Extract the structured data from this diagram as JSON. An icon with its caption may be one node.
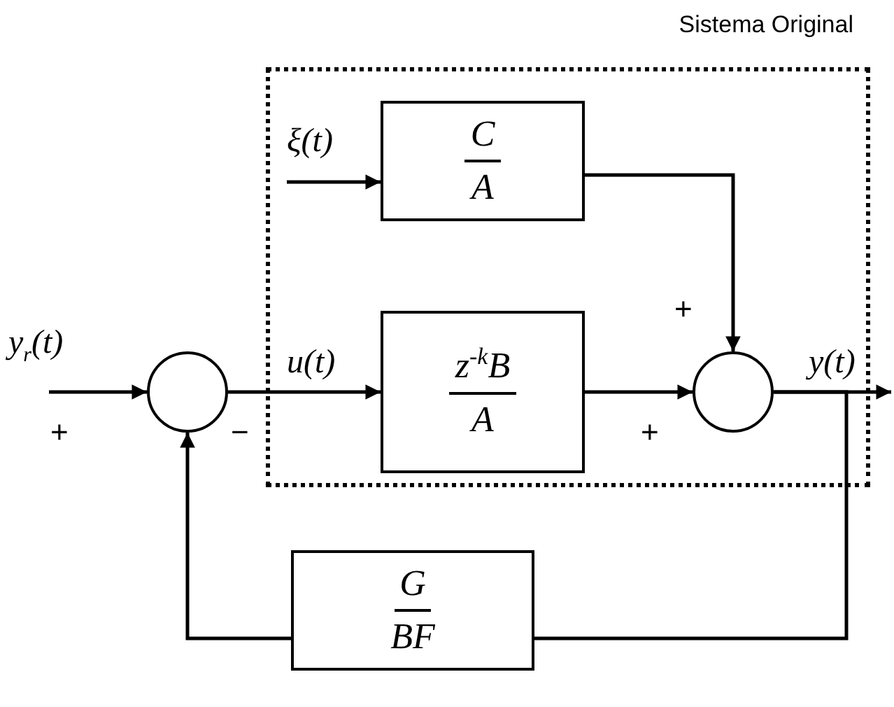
{
  "diagram": {
    "nodes": [
      {
        "text": [
          "Sistema Original"
        ]
      },
      {
        "text": [
          "C",
          "A"
        ],
        "in": 0
      },
      {
        "text": [
          "z$^{-k}$B",
          "A"
        ],
        "in": 0
      },
      {
        "text": [],
        "shape": "circle"
      },
      {
        "text": [],
        "shape": "circle",
        "in": 0
      },
      {
        "text": [
          "G",
          "BF"
        ]
      }
    ],
    "edges": [
      {
        "from": null,
        "to": 3,
        "arrow": "to",
        "label": "y$_{r}$(t)"
      },
      {
        "from": 3,
        "to": 2,
        "arrow": "to",
        "label": "u(t)"
      },
      {
        "from": null,
        "to": 1,
        "arrow": "to",
        "label": "ξ(t)"
      },
      {
        "from": 1,
        "to": 4,
        "arrow": "to"
      },
      {
        "from": 2,
        "to": 4,
        "arrow": "to"
      },
      {
        "from": 4,
        "to": null,
        "arrow": "to",
        "label": "y(t)"
      },
      {
        "from": 4,
        "to": 5,
        "arrow": "none"
      },
      {
        "from": 5,
        "to": 3,
        "arrow": "to"
      }
    ],
    "labels": [
      "+",
      "+",
      "−",
      "+"
    ]
  }
}
